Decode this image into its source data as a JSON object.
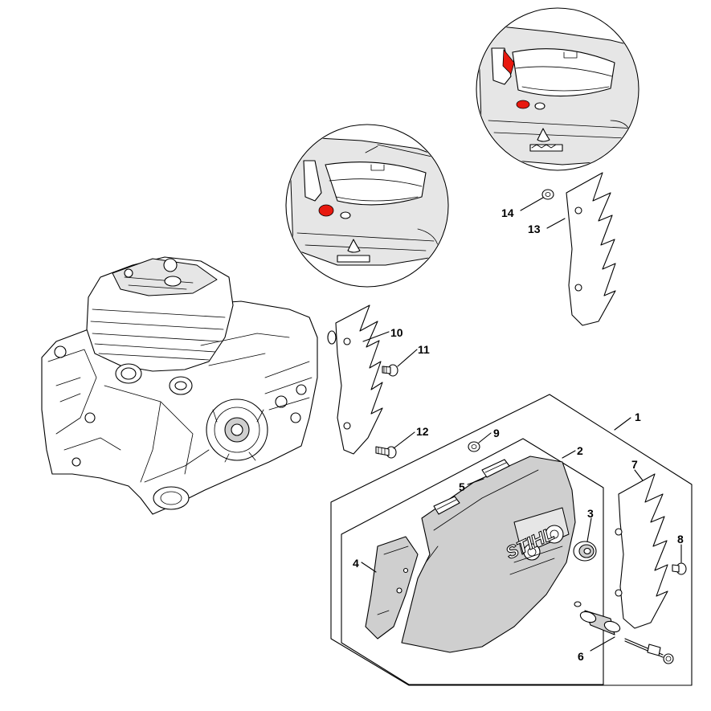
{
  "diagram": {
    "brand_logo": "STIHL",
    "callouts": [
      {
        "id": "c1",
        "label": "1"
      },
      {
        "id": "c2",
        "label": "2"
      },
      {
        "id": "c3",
        "label": "3"
      },
      {
        "id": "c4",
        "label": "4"
      },
      {
        "id": "c5",
        "label": "5"
      },
      {
        "id": "c6",
        "label": "6"
      },
      {
        "id": "c7",
        "label": "7"
      },
      {
        "id": "c8",
        "label": "8"
      },
      {
        "id": "c9",
        "label": "9"
      },
      {
        "id": "c10",
        "label": "10"
      },
      {
        "id": "c11",
        "label": "11"
      },
      {
        "id": "c12",
        "label": "12"
      },
      {
        "id": "c13",
        "label": "13"
      },
      {
        "id": "c14",
        "label": "14"
      }
    ],
    "highlight_color": "#e8190f",
    "cover_color": "#cfcfcf",
    "line_color": "#000000"
  }
}
